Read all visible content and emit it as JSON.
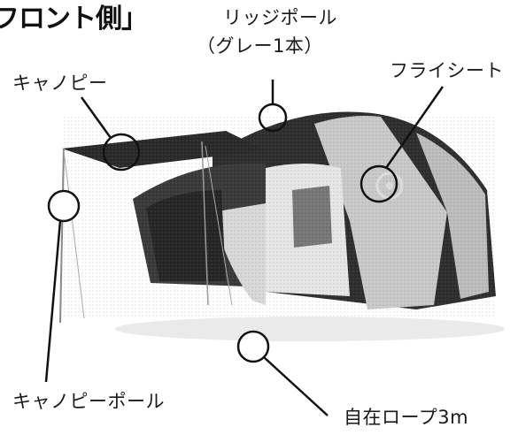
{
  "title": "フロント側」",
  "callouts": {
    "ridge_pole": "リッジポール",
    "ridge_pole_note": "（グレー1本）",
    "fly_sheet": "フライシート",
    "canopy": "キャノピー",
    "canopy_pole": "キャノピーポール",
    "rope": "自在ロープ3m"
  },
  "colors": {
    "fly_dark": "#2e2e2e",
    "fly_light": "#c9c9c9",
    "inner_light": "#e6e6e6",
    "ink": "#111111"
  }
}
